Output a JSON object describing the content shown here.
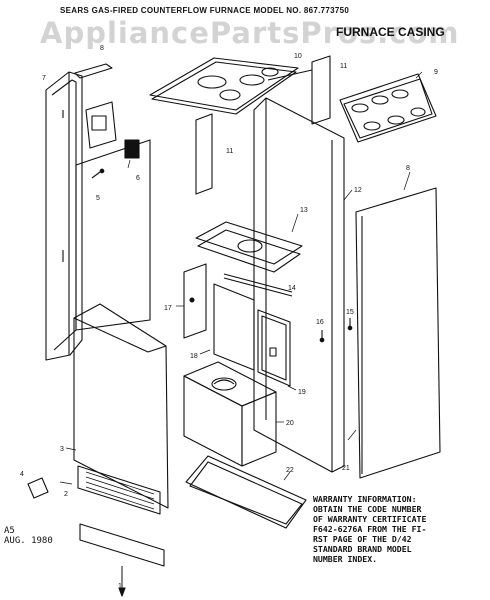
{
  "header": {
    "title": "SEARS GAS-FIRED COUNTERFLOW FURNACE MODEL NO. 867.773750",
    "section": "FURNACE CASING",
    "watermark": "AppliancePartsPros.com"
  },
  "callouts": [
    "1",
    "2",
    "3",
    "4",
    "5",
    "6",
    "7",
    "8",
    "9",
    "10",
    "11",
    "11",
    "12",
    "13",
    "14",
    "15",
    "16",
    "17",
    "18",
    "19",
    "20",
    "21",
    "22"
  ],
  "warranty_lines": [
    "WARRANTY INFORMATION:",
    "OBTAIN THE CODE NUMBER",
    "OF WARRANTY CERTIFICATE",
    "F642-6276A FROM THE FI-",
    "RST PAGE OF THE D/42",
    "STANDARD BRAND MODEL",
    "NUMBER INDEX."
  ],
  "stamp": {
    "code": "A5",
    "date": "AUG. 1980"
  }
}
